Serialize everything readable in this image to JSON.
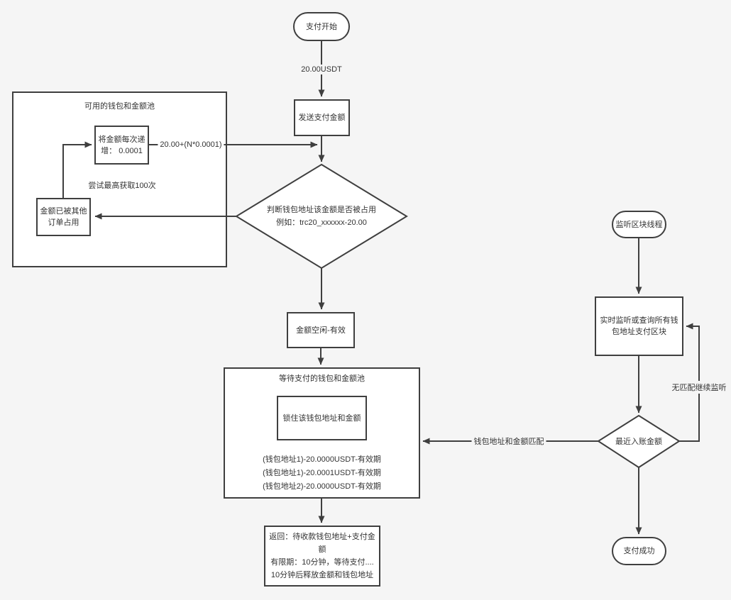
{
  "colors": {
    "canvas_bg": "#f5f5f5",
    "node_fill": "#ffffff",
    "stroke": "#3f3f3f",
    "text": "#333333"
  },
  "flow": {
    "start": "支付开始",
    "send": "发送支付金额",
    "check": {
      "line1": "判断钱包地址该金额是否被占用",
      "line2": "例如：trc20_xxxxxx-20.00"
    },
    "idle": "金额空闲-有效",
    "return": {
      "line1": "返回：待收款钱包地址+支付金额",
      "line2": "有限期：10分钟，等待支付....",
      "line3": "10分钟后释放金额和钱包地址"
    }
  },
  "available_pool": {
    "title": "可用的钱包和金额池",
    "increment": {
      "line1": "将金额每次递",
      "line2": "增： 0.0001"
    },
    "note": "尝试最高获取100次",
    "occupied": {
      "line1": "金额已被其他",
      "line2": "订单占用"
    }
  },
  "waiting_pool": {
    "title": "等待支付的钱包和金额池",
    "lock": "锁住该钱包地址和金额",
    "entries": [
      "(钱包地址1)-20.0000USDT-有效期",
      "(钱包地址1)-20.0001USDT-有效期",
      "(钱包地址2)-20.0000USDT-有效期"
    ]
  },
  "listener": {
    "start": "监听区块线程",
    "monitor": {
      "line1": "实时监听或查询所有钱",
      "line2": "包地址支付区块"
    },
    "recent": "最近入账金额",
    "success": "支付成功"
  },
  "edge_labels": {
    "amount": "20.00USDT",
    "formula": "20.00+(N*0.0001)",
    "match": "钱包地址和金额匹配",
    "no_match": "无匹配继续监听"
  }
}
